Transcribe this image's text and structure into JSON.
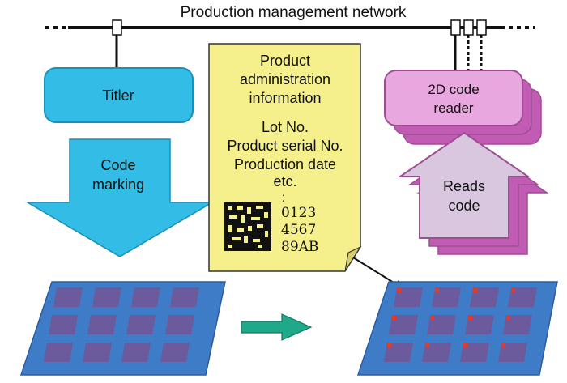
{
  "network": {
    "title": "Production management network"
  },
  "titler": {
    "label": "Titler"
  },
  "code_marking": {
    "lines": [
      "Code",
      "marking"
    ]
  },
  "reader": {
    "lines": [
      "2D code",
      "reader"
    ]
  },
  "reads_code": {
    "lines": [
      "Reads",
      "code"
    ]
  },
  "info_sheet": {
    "heading": [
      "Product",
      "administration",
      "information"
    ],
    "items": [
      "Lot No.",
      "Product serial No.",
      "Production date",
      "etc."
    ],
    "ellipsis": ":",
    "code_lines": [
      "0123",
      "4567",
      "89AB"
    ]
  },
  "colors": {
    "titler_fill": "#33bde6",
    "titler_stroke": "#1a8fb8",
    "reader_fill": "#e9a7df",
    "reader_stroke": "#9b4f91",
    "reader_shadow": "#c25bb4",
    "reads_fill": "#d9c6df",
    "sheet_fill": "#f6f08c",
    "panel_fill": "#3f7cc8",
    "chip_fill": "#6b5a9c",
    "arrow_green": "#1fa88a",
    "mark_red": "#e23b2a"
  }
}
